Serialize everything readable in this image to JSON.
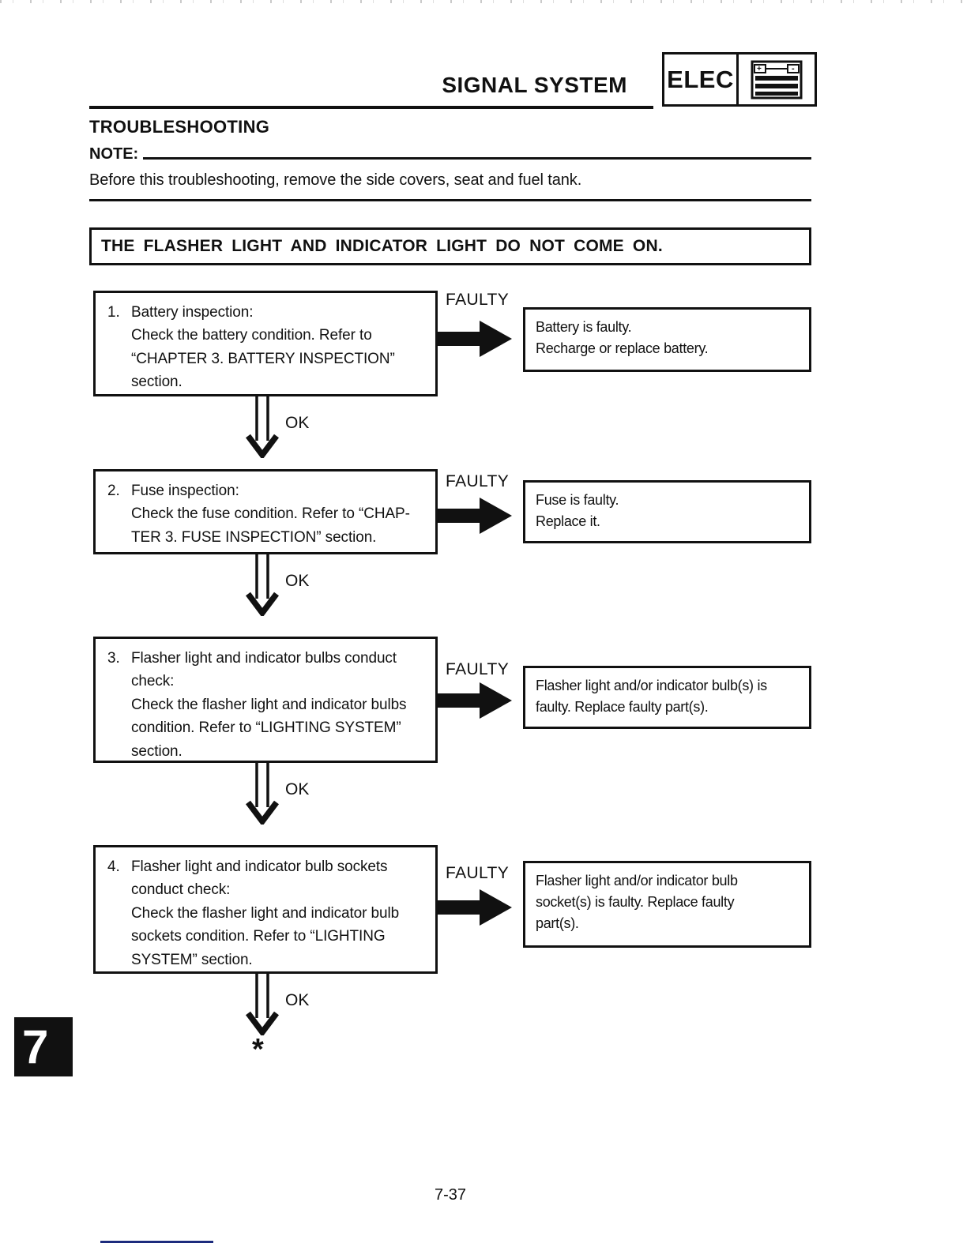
{
  "header": {
    "title": "SIGNAL SYSTEM",
    "badge_label": "ELEC",
    "battery_plus": "+",
    "battery_minus": "-"
  },
  "section": {
    "title": "TROUBLESHOOTING",
    "note_label": "NOTE:",
    "note_text": "Before this troubleshooting, remove the side covers, seat and fuel tank."
  },
  "problem": {
    "title": "THE FLASHER LIGHT AND INDICATOR LIGHT DO NOT COME ON."
  },
  "labels": {
    "faulty": "FAULTY",
    "ok": "OK",
    "end_marker": "*"
  },
  "flowchart": {
    "steps": [
      {
        "num": "1.",
        "title": "Battery inspection:",
        "body": "Check the battery condition. Refer to\n“CHAPTER 3. BATTERY INSPECTION”\nsection.",
        "result": "Battery is faulty.\nRecharge or replace battery."
      },
      {
        "num": "2.",
        "title": "Fuse inspection:",
        "body": "Check the fuse condition. Refer to “CHAP-\nTER 3. FUSE INSPECTION” section.",
        "result": "Fuse is faulty.\nReplace it."
      },
      {
        "num": "3.",
        "title": "Flasher light and indicator bulbs conduct\ncheck:",
        "body": "Check the flasher light and indicator bulbs\ncondition. Refer to “LIGHTING SYSTEM”\nsection.",
        "result": "Flasher light and/or indicator bulb(s) is\nfaulty. Replace faulty part(s)."
      },
      {
        "num": "4.",
        "title": "Flasher light and indicator bulb sockets\nconduct check:",
        "body": "Check the flasher light and indicator bulb\nsockets condition. Refer to “LIGHTING\nSYSTEM” section.",
        "result": "Flasher light and/or indicator bulb\nsocket(s) is faulty. Replace faulty\npart(s)."
      }
    ]
  },
  "footer": {
    "chapter_tab": "7",
    "page_number": "7-37"
  },
  "colors": {
    "ink": "#111111",
    "paper": "#ffffff",
    "footer_line": "#1c2b7d"
  }
}
